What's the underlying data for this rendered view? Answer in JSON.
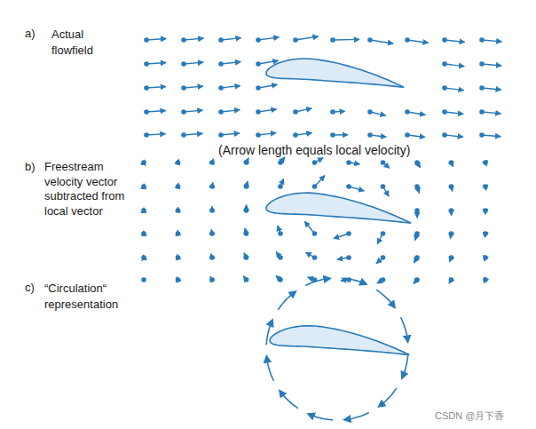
{
  "diagram": {
    "labels": [
      "a)",
      "Actual flowfield",
      "(Arrow length equals local velocity)",
      "b)",
      "Freestream velocity vector subtracted from local vector",
      "c)",
      "“Circulation“ representation",
      "CSDN @月下香"
    ]
  }
}
